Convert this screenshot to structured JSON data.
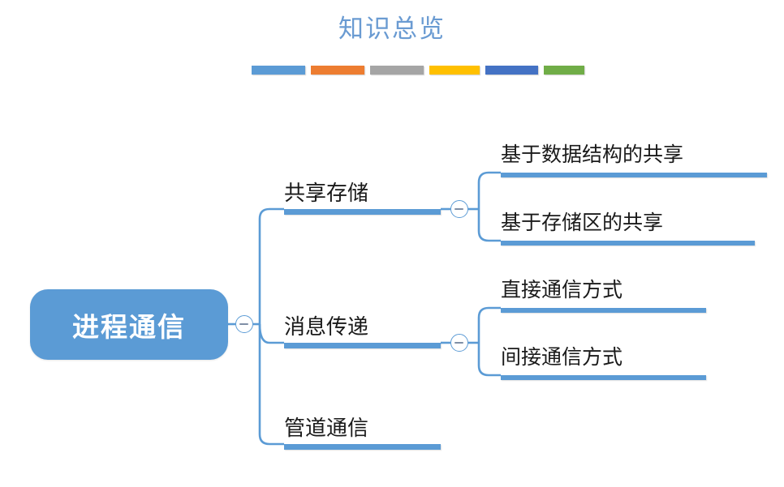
{
  "header": {
    "title": "知识总览",
    "title_color": "#6a9bd2",
    "swatches": [
      {
        "name": "swatch-blue",
        "color": "#5b9bd5",
        "width": 66
      },
      {
        "name": "swatch-orange",
        "color": "#ed7d31",
        "width": 66
      },
      {
        "name": "swatch-gray",
        "color": "#a5a5a5",
        "width": 66
      },
      {
        "name": "swatch-yellow",
        "color": "#ffc000",
        "width": 62
      },
      {
        "name": "swatch-dark-blue",
        "color": "#4472c4",
        "width": 65
      },
      {
        "name": "swatch-green",
        "color": "#70ad47",
        "width": 50
      }
    ]
  },
  "mindmap": {
    "accent_color": "#5b9bd5",
    "root": {
      "label": "进程通信",
      "collapse_icon": "minus-circle-icon",
      "expanded": true
    },
    "branches": [
      {
        "label": "共享存储",
        "collapse_icon": "minus-circle-icon",
        "expanded": true,
        "children": [
          {
            "label": "基于数据结构的共享"
          },
          {
            "label": "基于存储区的共享"
          }
        ]
      },
      {
        "label": "消息传递",
        "collapse_icon": "minus-circle-icon",
        "expanded": true,
        "children": [
          {
            "label": "直接通信方式"
          },
          {
            "label": "间接通信方式"
          }
        ]
      },
      {
        "label": "管道通信",
        "children": []
      }
    ]
  }
}
